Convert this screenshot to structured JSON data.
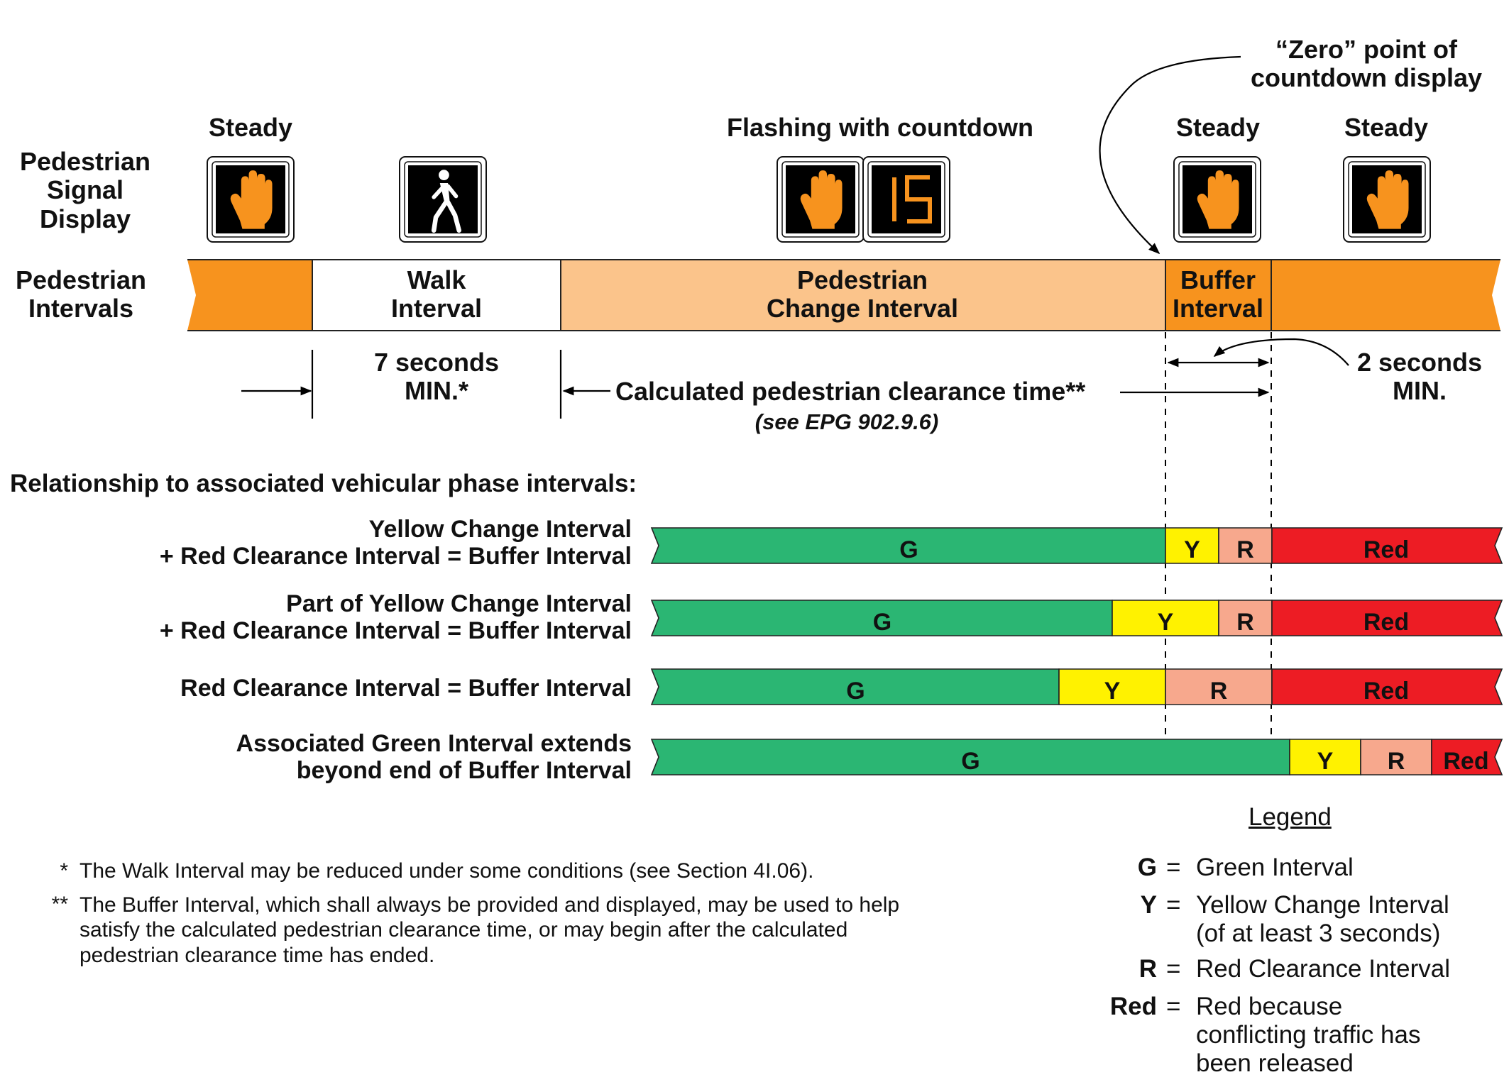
{
  "header": {
    "zero_point": [
      "“Zero” point of",
      "countdown display"
    ]
  },
  "signal_labels": {
    "steady_1": "Steady",
    "flashing": "Flashing with countdown",
    "steady_2": "Steady",
    "steady_3": "Steady",
    "countdown_digits": "15"
  },
  "row_labels": {
    "pedestrian_signal_display": [
      "Pedestrian",
      "Signal",
      "Display"
    ],
    "pedestrian_intervals": [
      "Pedestrian",
      "Intervals"
    ]
  },
  "intervals": {
    "walk": [
      "Walk",
      "Interval"
    ],
    "ped_change": [
      "Pedestrian",
      "Change Interval"
    ],
    "buffer": [
      "Buffer",
      "Interval"
    ]
  },
  "timing": {
    "walk_min": [
      "7 seconds",
      "MIN.*"
    ],
    "clearance": "Calculated pedestrian clearance time**",
    "epg_ref": "(see EPG 902.9.6)",
    "buffer_min": [
      "2 seconds",
      "MIN."
    ]
  },
  "relationship_title": "Relationship to associated vehicular phase intervals:",
  "vehicle_rows": [
    {
      "label": [
        "Yellow Change Interval",
        "+ Red Clearance Interval = Buffer Interval"
      ],
      "segments": [
        "G",
        "Y",
        "R",
        "Red"
      ]
    },
    {
      "label": [
        "Part of Yellow Change Interval",
        "+ Red Clearance Interval = Buffer Interval"
      ],
      "segments": [
        "G",
        "Y",
        "R",
        "Red"
      ]
    },
    {
      "label": [
        "Red Clearance Interval = Buffer Interval"
      ],
      "segments": [
        "G",
        "Y",
        "R",
        "Red"
      ]
    },
    {
      "label": [
        "Associated Green Interval extends",
        "beyond end of Buffer Interval"
      ],
      "segments": [
        "G",
        "Y",
        "R",
        "Red"
      ]
    }
  ],
  "footnotes": [
    {
      "mark": "*",
      "text": [
        "The Walk Interval may be reduced under some conditions (see Section 4I.06)."
      ]
    },
    {
      "mark": "**",
      "text": [
        "The Buffer Interval, which shall always be provided and displayed, may be used to help",
        "satisfy the calculated pedestrian clearance time, or may begin after the calculated",
        "pedestrian clearance time has ended."
      ]
    }
  ],
  "legend": {
    "title": "Legend",
    "items": [
      {
        "key": "G",
        "eq": "=",
        "desc": [
          "Green Interval"
        ]
      },
      {
        "key": "Y",
        "eq": "=",
        "desc": [
          "Yellow Change Interval",
          "(of at least 3 seconds)"
        ]
      },
      {
        "key": "R",
        "eq": "=",
        "desc": [
          "Red Clearance Interval"
        ]
      },
      {
        "key": "Red",
        "eq": "=",
        "desc": [
          "Red because",
          "conflicting traffic has",
          "been released"
        ]
      }
    ]
  },
  "colors": {
    "orange": "#F7931E",
    "light_orange": "#FBC48B",
    "green": "#2BB673",
    "yellow": "#FFF200",
    "salmon": "#F7A88D",
    "red": "#ED1C24",
    "black": "#000000"
  }
}
